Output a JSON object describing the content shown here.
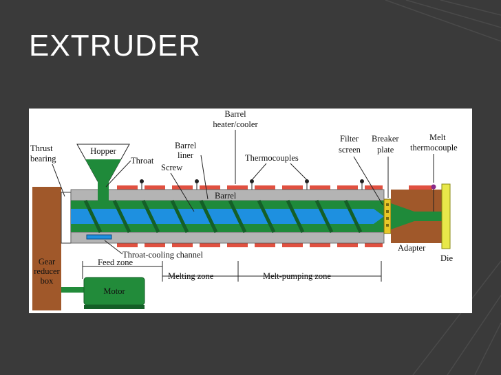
{
  "slide": {
    "title": "EXTRUDER"
  },
  "diagram": {
    "labels": {
      "thrust_bearing_1": "Thrust",
      "thrust_bearing_2": "bearing",
      "hopper": "Hopper",
      "throat": "Throat",
      "barrel_liner_1": "Barrel",
      "barrel_liner_2": "liner",
      "screw": "Screw",
      "barrel_heater_1": "Barrel",
      "barrel_heater_2": "heater/cooler",
      "thermocouples": "Thermocouples",
      "barrel": "Barrel",
      "filter_screen_1": "Filter",
      "filter_screen_2": "screen",
      "breaker_plate_1": "Breaker",
      "breaker_plate_2": "plate",
      "melt_thermocouple_1": "Melt",
      "melt_thermocouple_2": "thermocouple",
      "adapter": "Adapter",
      "die": "Die",
      "throat_cooling": "Throat-cooling  channel",
      "feed_zone": "Feed  zone",
      "melting_zone": "Melting  zone",
      "melt_pumping_zone": "Melt-pumping  zone",
      "gear_reducer_1": "Gear",
      "gear_reducer_2": "reducer",
      "gear_reducer_3": "box",
      "motor": "Motor"
    },
    "colors": {
      "screw": "#1e90e0",
      "flights": "#1f8a3a",
      "barrel": "#b4b4b4",
      "heater": "#e05040",
      "gearbox": "#a0582a",
      "motor": "#228b3a",
      "die": "#e8e84a",
      "adapter": "#a0582a"
    }
  }
}
